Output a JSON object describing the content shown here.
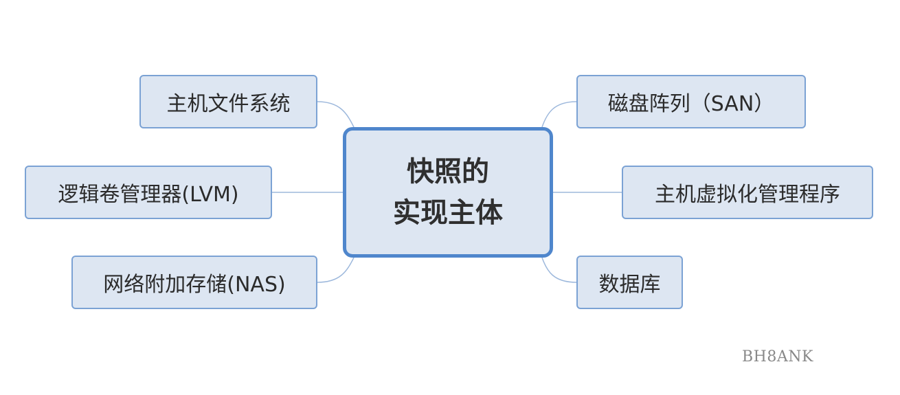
{
  "center": {
    "line1": "快照的",
    "line2": "实现主体"
  },
  "left_nodes": [
    "主机文件系统",
    "逻辑卷管理器(LVM)",
    "网络附加存储(NAS)"
  ],
  "right_nodes": [
    "磁盘阵列（SAN）",
    "主机虚拟化管理程序",
    "数据库"
  ],
  "watermark": "BH8ANK",
  "colors": {
    "node_fill": "#dde6f2",
    "node_border": "#7ba2d4",
    "center_border": "#4f86cc",
    "connector": "#9db8dc"
  }
}
